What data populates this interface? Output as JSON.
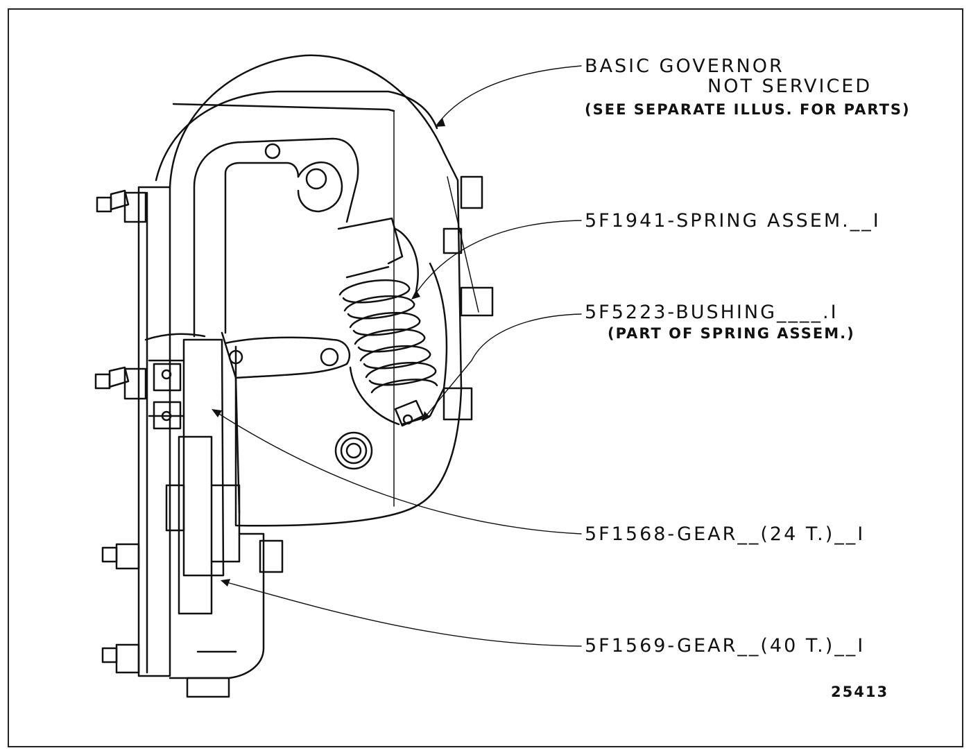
{
  "labels": {
    "governor": {
      "line1": "BASIC GOVERNOR",
      "line2": "NOT SERVICED",
      "line3": "(SEE SEPARATE ILLUS. FOR PARTS)"
    },
    "spring": "5F1941-SPRING ASSEM.__I",
    "bushing": {
      "line1": "5F5223-BUSHING____.I",
      "line2": "(PART OF SPRING ASSEM.)"
    },
    "gear24": "5F1568-GEAR__(24 T.)__I",
    "gear40": "5F1569-GEAR__(40 T.)__I",
    "figure_number": "25413"
  }
}
